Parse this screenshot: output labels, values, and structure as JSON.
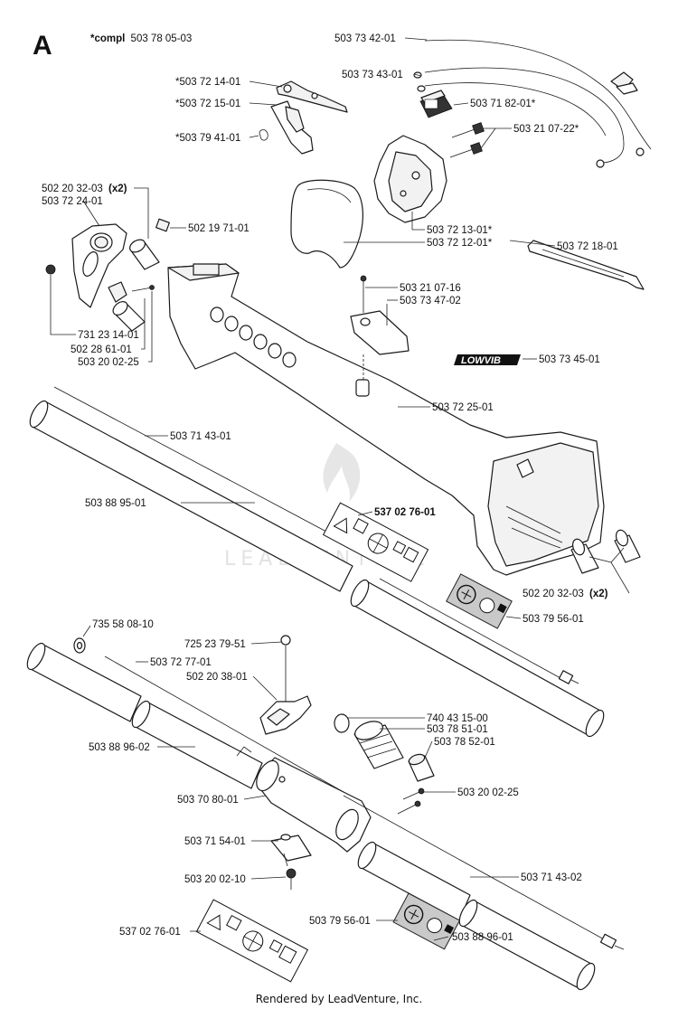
{
  "section_letter": "A",
  "compl_note": {
    "prefix": "*compl",
    "number": "503 78 05-03"
  },
  "labels": {
    "l_503734201": "503 73 42-01",
    "l_503734301": "503 73 43-01",
    "l_503718201": "503 71 82-01*",
    "l_503210722": "503 21 07-22*",
    "l_503721401": "*503 72 14-01",
    "l_503721501": "*503 72 15-01",
    "l_503794101": "*503 79 41-01",
    "l_502203203a_num": "502 20 32-03",
    "l_502203203a_qty": "(x2)",
    "l_503722401": "503 72 24-01",
    "l_502197101": "502 19 71-01",
    "l_503721301": "503 72 13-01*",
    "l_503721201": "503 72 12-01*",
    "l_503721801": "503 72 18-01",
    "l_503210716": "503 21 07-16",
    "l_503734702": "503 73 47-02",
    "l_731231401": "731 23 14-01",
    "l_502286101": "502 28 61-01",
    "l_503200225a": "503 20 02-25",
    "l_503734501": "503 73 45-01",
    "l_503722501": "503 72 25-01",
    "l_503714301": "503 71 43-01",
    "l_503889501": "503 88 95-01",
    "l_537027601a": "537 02 76-01",
    "l_502203203b_num": "502 20 32-03",
    "l_502203203b_qty": "(x2)",
    "l_503795601a": "503 79 56-01",
    "l_735580810": "735 58 08-10",
    "l_725237951": "725 23 79-51",
    "l_503727701": "503 72 77-01",
    "l_502203801": "502 20 38-01",
    "l_740431500": "740 43 15-00",
    "l_503785101": "503 78 51-01",
    "l_503785201": "503 78 52-01",
    "l_503889602": "503 88 96-02",
    "l_503200225b": "503 20 02-25",
    "l_503708001": "503 70 80-01",
    "l_503715401": "503 71 54-01",
    "l_503200210": "503 20 02-10",
    "l_503714302": "503 71 43-02",
    "l_537027601b": "537 02 76-01",
    "l_503795601b": "503 79 56-01",
    "l_503889601": "503 88 96-01"
  },
  "logo_text": "LOWVIB",
  "watermark": "LEADVENTURE",
  "footer": "Rendered by LeadVenture, Inc."
}
